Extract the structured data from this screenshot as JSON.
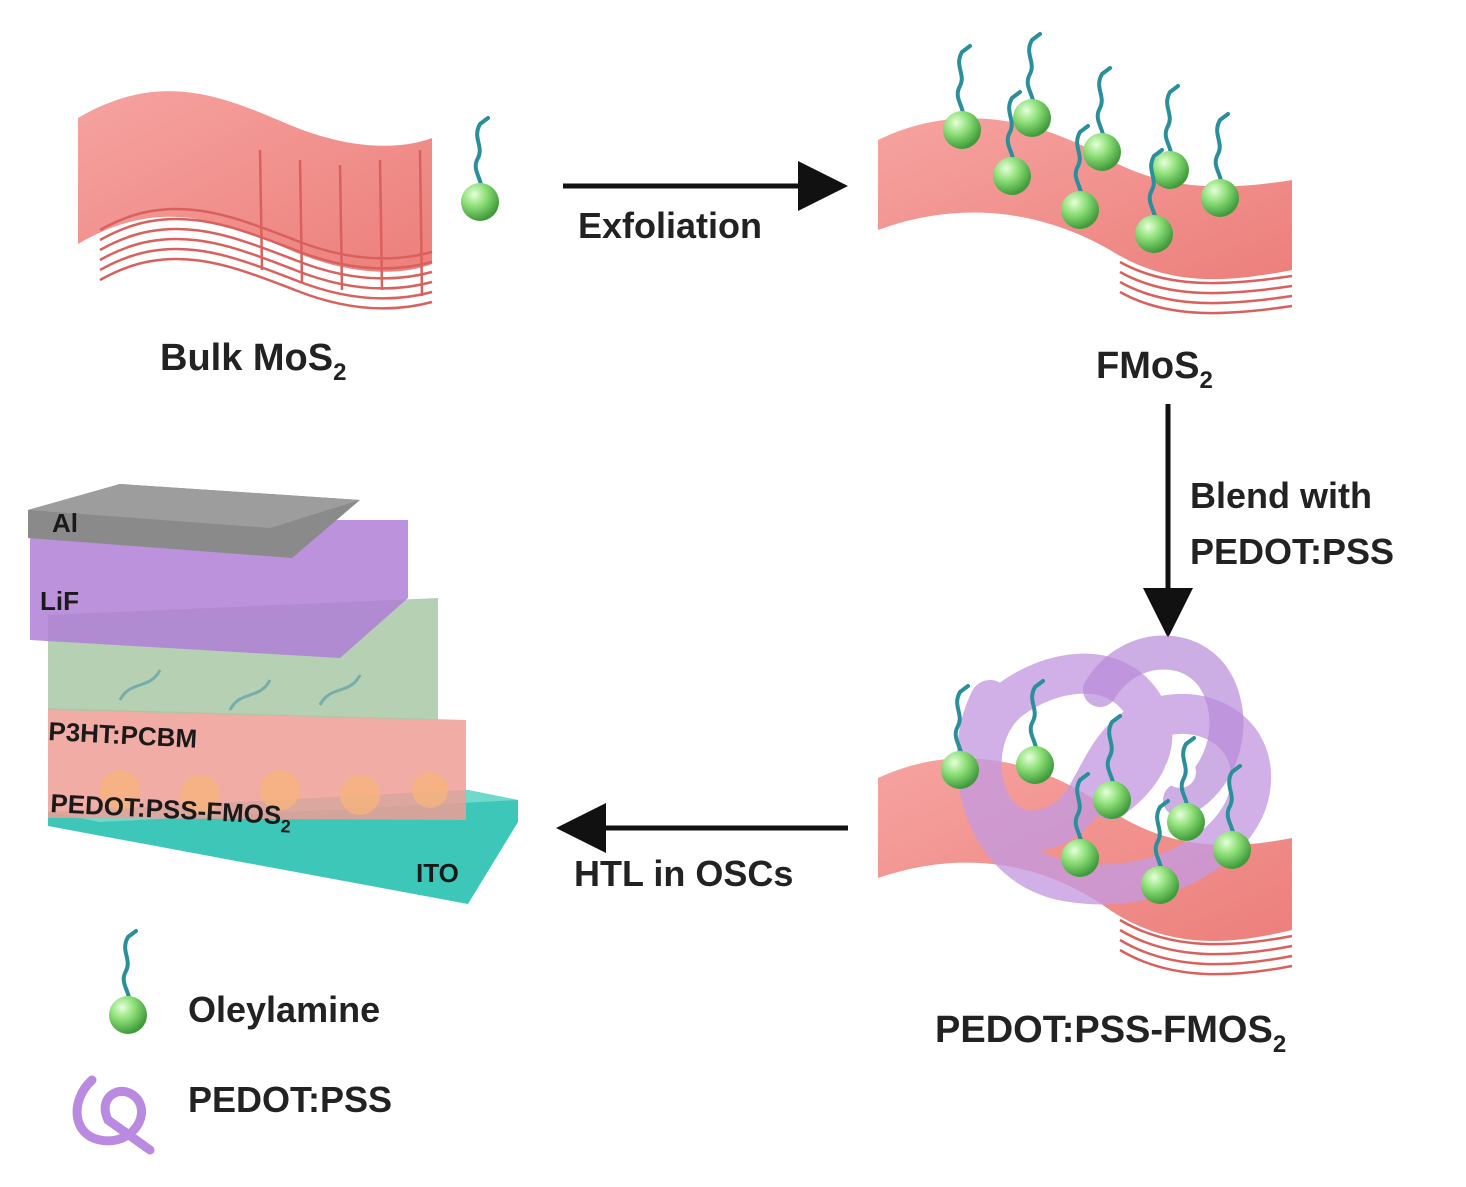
{
  "labels": {
    "bulk_mos2": "Bulk MoS",
    "bulk_mos2_sub": "2",
    "fmos2": "FMoS",
    "fmos2_sub": "2",
    "exfoliation": "Exfoliation",
    "blend_line1": "Blend with",
    "blend_line2": "PEDOT:PSS",
    "composite": "PEDOT:PSS-FMOS",
    "composite_sub": "2",
    "htl": "HTL in OSCs"
  },
  "device_layers": {
    "al": "Al",
    "lif": "LiF",
    "p3ht": "P3HT:PCBM",
    "pedot": "PEDOT:PSS-FMOS",
    "pedot_sub": "2",
    "ito": "ITO"
  },
  "legend": {
    "oleylamine": "Oleylamine",
    "pedot_pss": "PEDOT:PSS"
  },
  "colors": {
    "mos2_sheet": "#f08a86",
    "mos2_edge": "#d9605c",
    "ligand_ball": "#7fd86f",
    "ligand_tail": "#2a8f9a",
    "pedot_tube": "#c49ae0",
    "al": "#8a8a8a",
    "lif": "#b07fd6",
    "p3ht": "#a8c8a4",
    "pedot_layer": "#ef9d95",
    "ito": "#3cc7b8",
    "arrow": "#111111"
  }
}
